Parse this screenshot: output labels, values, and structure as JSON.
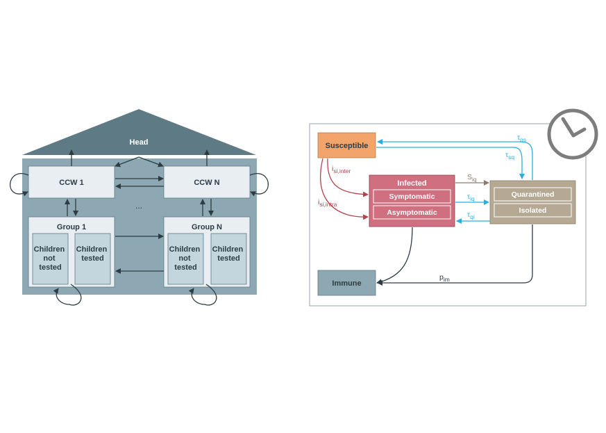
{
  "left_diagram": {
    "head_label": "Head",
    "ccw_first": "CCW 1",
    "ccw_last": "CCW N",
    "ellipsis": "...",
    "group_first": {
      "title": "Group 1",
      "not_tested": [
        "Children",
        "not",
        "tested"
      ],
      "tested": [
        "Children",
        "tested"
      ]
    },
    "group_last": {
      "title": "Group N",
      "not_tested": [
        "Children",
        "not",
        "tested"
      ],
      "tested": [
        "Children",
        "tested"
      ]
    }
  },
  "right_diagram": {
    "susceptible": "Susceptible",
    "infected": "Infected",
    "symptomatic": "Symptomatic",
    "asymptomatic": "Asymptomatic",
    "quarantined": "Quarantined",
    "isolated": "Isolated",
    "immune": "Immune",
    "rates": {
      "i_inter": {
        "base": "i",
        "sub": "si,inter"
      },
      "i_intra": {
        "base": "i",
        "sub": "si,intra"
      },
      "s_iq": {
        "base": "S",
        "sub": "iq"
      },
      "tau_iq": {
        "base": "τ",
        "sub": "iq"
      },
      "tau_qi": {
        "base": "τ",
        "sub": "qi"
      },
      "tau_qs": {
        "base": "τ",
        "sub": "qs"
      },
      "tau_sq": {
        "base": "τ",
        "sub": "sq"
      },
      "p_im": {
        "base": "p",
        "sub": "im"
      }
    }
  },
  "colors": {
    "roof": "#5d7a85",
    "house_body": "#8ea8b3",
    "ccw_box": "#e8eef2",
    "group_box": "#e8eef2",
    "child_box": "#c3d6de",
    "susceptible": "#f2a46a",
    "infected": "#cf6f7f",
    "quarantine": "#b6a994",
    "immune": "#8ea8b3",
    "red_arrow": "#b1444f",
    "blue_arrow": "#29aee0",
    "brown_arrow": "#8e7a6e",
    "dark": "#2d3b42"
  },
  "icons": [
    "clock-icon"
  ]
}
